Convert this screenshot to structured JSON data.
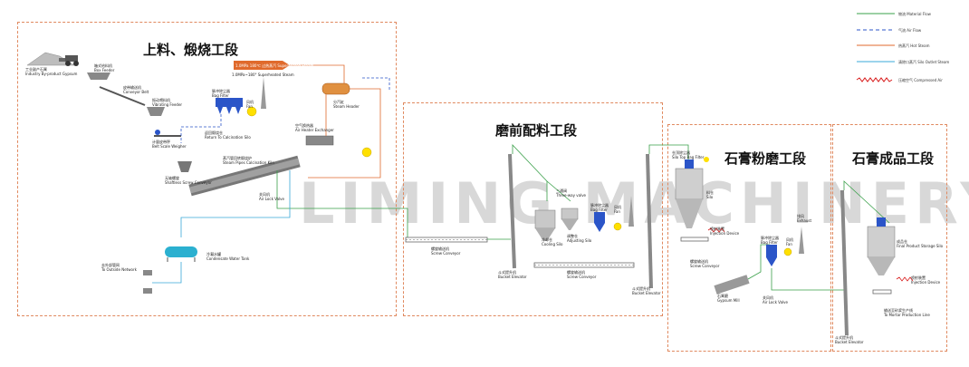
{
  "watermark": "LIMING MACHINERY",
  "sections": {
    "s1": "上料、煅烧工段",
    "s2": "磨前配料工段",
    "s3": "石膏粉磨工段",
    "s4": "石膏成品工段"
  },
  "legend": {
    "material": "物流 Material Flow",
    "air": "气流 Air Flow",
    "steam": "热蒸汽 Hot Steam",
    "silo": "清除口蒸汽 Silo Outlet Steam",
    "compressed": "压缩空气 Compressed Air"
  },
  "steam_banner": "1.0MPa 180℃ 过热蒸汽 Superheated Steam",
  "steam_note": "1.0MPa~180° Superheated Steam",
  "labels": {
    "gypsum": [
      "工业副产石膏",
      "Industry By-product Gypsum"
    ],
    "box_feeder": [
      "箱式给料机",
      "Box Feeder"
    ],
    "conveyor_belt": [
      "皮带输送机",
      "Conveyor Belt"
    ],
    "vibrating_feeder": [
      "振动喂料机",
      "Vibrating Feeder"
    ],
    "belt_scale": [
      "计量皮带秤",
      "Belt Scale Weigher"
    ],
    "bag_filter1": [
      "脉冲除尘器",
      "Bag Filter"
    ],
    "fan1": [
      "风机",
      "Fan"
    ],
    "return_silo": [
      "返回煅烧仓",
      "Return To Calcination Silo"
    ],
    "air_heater": [
      "空气换热器",
      "Air Heater Exchanger"
    ],
    "steam_header": [
      "分汽缸",
      "Steam Header"
    ],
    "shaftless": [
      "无轴螺旋",
      "Shaftless Screw Conveyor"
    ],
    "calcination": [
      "蒸汽管回转煅烧炉",
      "Steam Pipes Calcination Kiln"
    ],
    "air_lock1": [
      "关风机",
      "Air Lock Valve"
    ],
    "water_tank": [
      "冷凝水罐",
      "Condensate Water Tank"
    ],
    "outside": [
      "去外部管网",
      "To Outside Network"
    ],
    "screw1": [
      "螺旋输送机",
      "Screw Conveyor"
    ],
    "bucket1": [
      "斗式提升机",
      "Bucket Elevator"
    ],
    "three_way": [
      "三通阀",
      "Three-way valve"
    ],
    "cooling_silo": [
      "冷却仓",
      "Cooling Silo"
    ],
    "adjusting_silo": [
      "调整仓",
      "Adjusting Silo"
    ],
    "bag_filter2": [
      "脉冲除尘器",
      "Bag Filter"
    ],
    "fan2": [
      "风机",
      "Fan"
    ],
    "screw2": [
      "螺旋输送机",
      "Screw Conveyor"
    ],
    "bucket2": [
      "斗式提升机",
      "Bucket Elevator"
    ],
    "silo_top": [
      "仓顶除尘器",
      "Silo Top Bag Filter"
    ],
    "silo": [
      "料仓",
      "Silo"
    ],
    "injection1": [
      "喷射装置",
      "Injection Device"
    ],
    "screw3": [
      "螺旋输送机",
      "Screw Conveyor"
    ],
    "gypsum_mill": [
      "石膏磨",
      "Gypsum Mill"
    ],
    "bag_filter3": [
      "脉冲除尘器",
      "Bag Filter"
    ],
    "fan3": [
      "风机",
      "Fan"
    ],
    "exhaust": [
      "排风",
      "Exhaust"
    ],
    "air_lock2": [
      "关风机",
      "Air Lock Valve"
    ],
    "final_silo": [
      "成品仓",
      "Final Product Storage Silo"
    ],
    "injection2": [
      "喷射装置",
      "Injection Device"
    ],
    "mortar": [
      "输送至砂浆生产线",
      "To Mortar Production Line"
    ],
    "bucket3": [
      "斗式提升机",
      "Bucket Elevator"
    ]
  },
  "colors": {
    "material": "#3aa04a",
    "air": "#2b55c8",
    "steam": "#e06a2c",
    "silo_steam": "#38a8d8",
    "compressed": "#d81a1a",
    "section_border": "#e0895f",
    "equipment": "#707070"
  }
}
